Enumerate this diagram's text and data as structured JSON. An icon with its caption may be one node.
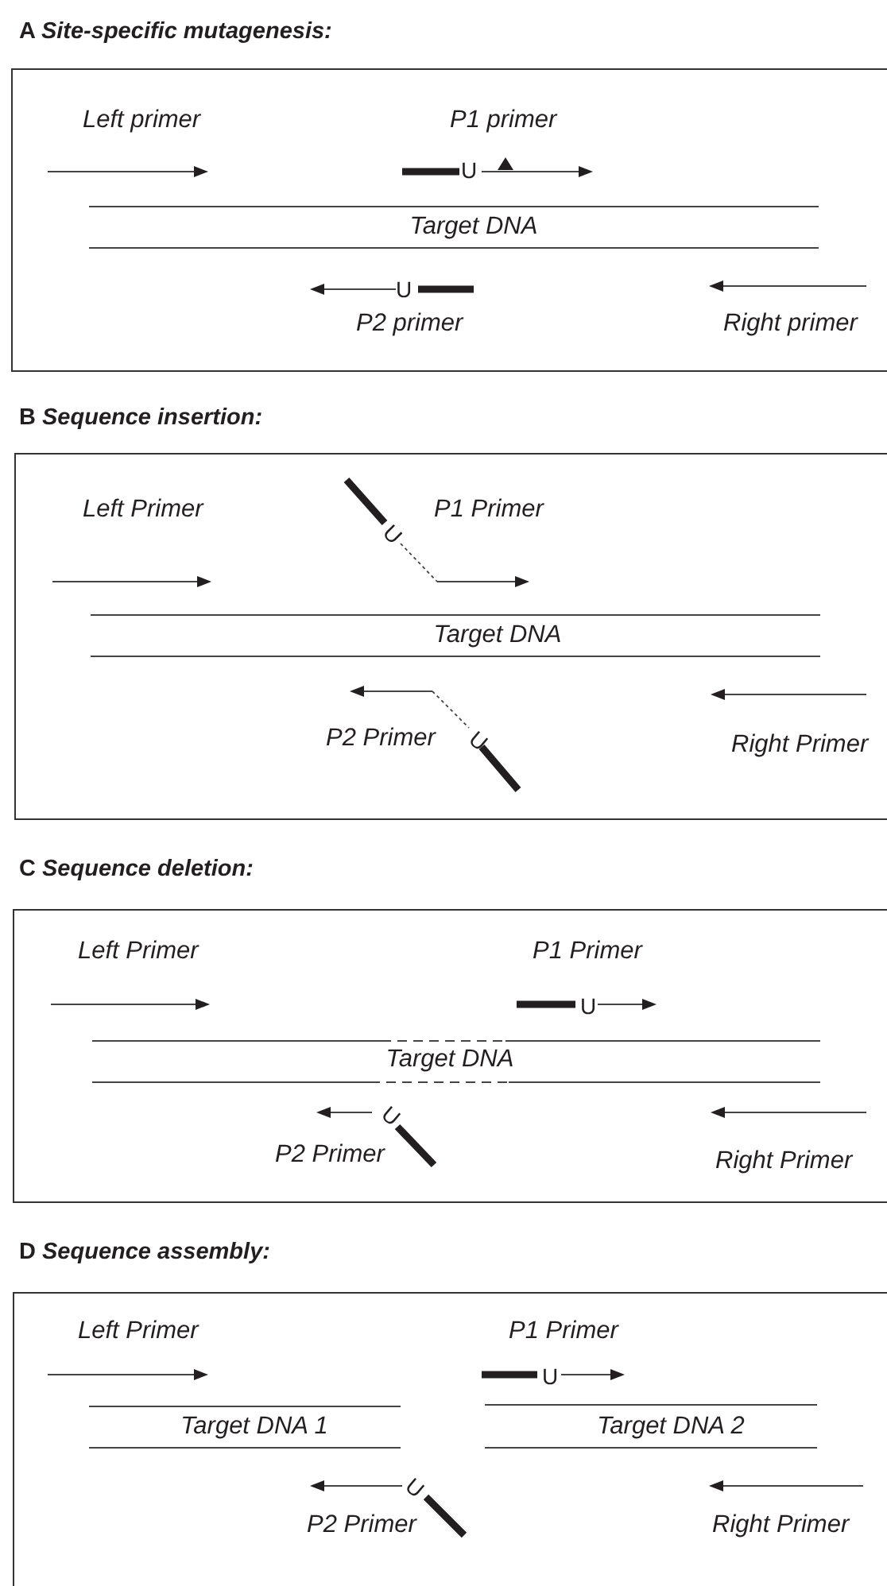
{
  "diagram": {
    "nodes": [
      {
        "text": [
          "A *Site-specific mutagenesis:*"
        ]
      },
      {
        "text": [
          "B *Sequence insertion:*"
        ]
      },
      {
        "text": [
          "C *Sequence deletion:*"
        ]
      },
      {
        "text": [
          "D *Sequence assembly:*"
        ]
      }
    ],
    "labels": [
      "Left primer",
      "P1 primer",
      "U",
      "Target DNA",
      "U",
      "P2 primer",
      "Right primer",
      "Left Primer",
      "P1 Primer",
      "U",
      "Target DNA",
      "P2 Primer",
      "U",
      "Right Primer",
      "Left Primer",
      "P1 Primer",
      "U",
      "Target DNA",
      "P2 Primer",
      "U",
      "Right Primer",
      "Left Primer",
      "P1 Primer",
      "U",
      "Target DNA 1",
      "Target DNA 2",
      "P2 Primer",
      "U",
      "Right Primer"
    ]
  }
}
